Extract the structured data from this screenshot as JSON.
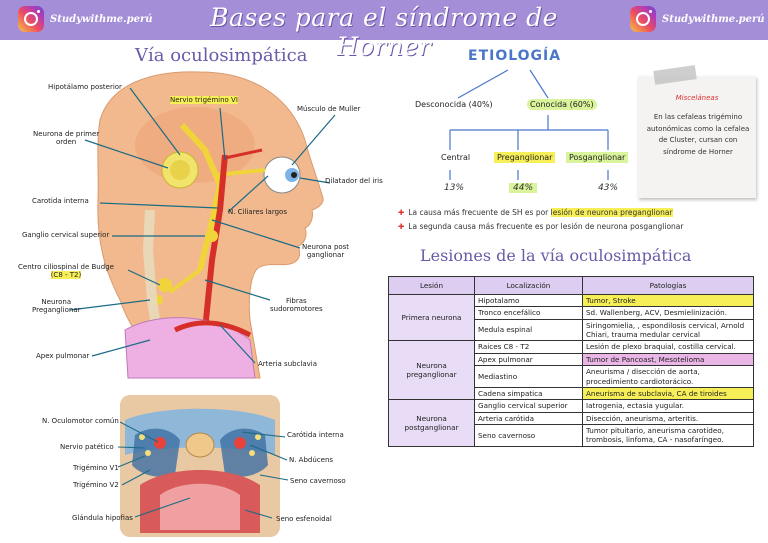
{
  "header": {
    "title": "Bases para el síndrome de Horner",
    "handle_left": "Studywithme.perú",
    "handle_right": "Studywithme.perú"
  },
  "left_section": {
    "title": "Vía oculosimpática",
    "labels": {
      "hipotalamo": "Hipotálamo posterior",
      "nervio_trigemino": "Nervio trigémino VI",
      "musculo_muller": "Músculo de Muller",
      "neurona_primer_orden_1": "Neurona de primer",
      "neurona_primer_orden_2": "orden",
      "dilatador": "Dilatador del iris",
      "carotida_interna": "Carotida interna",
      "nervios_ciliares": "N. Ciliares largos",
      "ganglio_cervical": "Ganglio cervical superior",
      "neurona_post_1": "Neurona post",
      "neurona_post_2": "ganglionar",
      "centro_budge_1": "Centro ciliospinal de Budge",
      "centro_budge_2": "(C8 - T2)",
      "fibras_1": "Fibras",
      "fibras_2": "sudoromotores",
      "neurona_pre_1": "Neurona",
      "neurona_pre_2": "Preganglionar",
      "apex": "Apex pulmonar",
      "arteria_subclavia": "Arteria subclavia"
    },
    "sinus_labels": {
      "oculomotor": "N. Oculomotor común",
      "patetico": "Nervio patético",
      "trigemino_v1": "Trigémino V1",
      "trigemino_v2": "Trigémino V2",
      "glandula": "Glándula hipofias",
      "carotida": "Carótida interna",
      "abducens": "N. Abdúcens",
      "seno_cavernoso": "Seno cavernoso",
      "seno_esfenoidal": "Seno esfenoidal"
    }
  },
  "etiology": {
    "title": "ETIOLOGÍA",
    "desconocida": "Desconocida (40%)",
    "conocida": "Conocida (60%)",
    "central": "Central",
    "preganglionar": "Preganglionar",
    "posganglionar": "Posganglionar",
    "pct_central": "13%",
    "pct_pre": "44%",
    "pct_pos": "43%",
    "bullet1_pre": "La causa más frecuente de SH es por ",
    "bullet1_hl": "lesión de neurona preganglionar",
    "bullet2": "La segunda causa más frecuente es por lesión de neurona posganglionar"
  },
  "note": {
    "title": "Misceláneas",
    "text": "En las cefaleas trigémino autonómicas como la cefalea de Cluster, cursan con síndrome de Horner"
  },
  "table": {
    "title": "Lesiones de la vía oculosimpática",
    "headers": [
      "Lesión",
      "Localización",
      "Patologías"
    ],
    "groups": [
      {
        "lesion": "Primera neurona",
        "rows": [
          {
            "loc": "Hipotalamo",
            "pat": "Tumor, Stroke"
          },
          {
            "loc": "Tronco encefálico",
            "pat": "Sd. Wallenberg, ACV, Desmielinización."
          },
          {
            "loc": "Medula espinal",
            "pat": "Siringomielia, , espondilosis cervical, Arnold Chiari, trauma medular cervical"
          }
        ]
      },
      {
        "lesion": "Neurona preganglionar",
        "rows": [
          {
            "loc": "Raices C8 - T2",
            "pat": "Lesión de plexo braquial, costilla cervical."
          },
          {
            "loc": "Apex pulmonar",
            "pat": "Tumor de Pancoast, Mesotelioma"
          },
          {
            "loc": "Mediastino",
            "pat": "Aneurisma / disección de aorta, procedimiento cardiotorácico."
          },
          {
            "loc": "Cadena simpatica",
            "pat": "Aneurisma de subclavia, CA de tiroides"
          }
        ]
      },
      {
        "lesion": "Neurona postganglionar",
        "rows": [
          {
            "loc": "Ganglio cervical superior",
            "pat": "Iatrogenia, ectasia yugular."
          },
          {
            "loc": "Arteria carótida",
            "pat": "Disección, aneurisma, arteritis."
          },
          {
            "loc": "Seno cavernoso",
            "pat": "Tumor pituitario, aneurisma carotídeo, trombosis, linfoma, CA - nasofaríngeo."
          }
        ]
      }
    ]
  },
  "colors": {
    "header_bg": "#a58ed8",
    "title_purple": "#6b5aa8",
    "highlight_yellow": "#f7ef57",
    "highlight_pink": "#e9b6e6",
    "highlight_green": "#d9f49a",
    "table_header": "#dccdf1",
    "table_lesion": "#e8dcf6"
  }
}
